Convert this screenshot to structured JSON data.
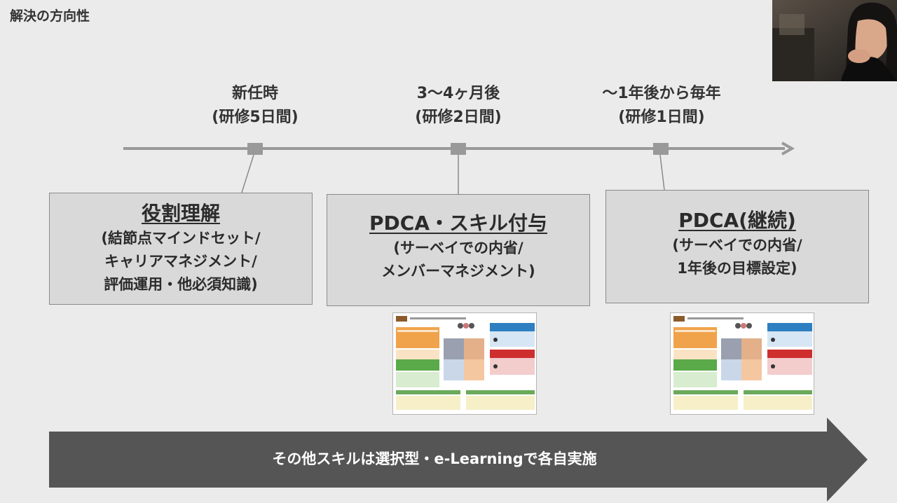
{
  "slide": {
    "title": "解決の方向性"
  },
  "timeline": {
    "phases": [
      {
        "timing": "新任時",
        "detail": "(研修5日間)"
      },
      {
        "timing": "3〜4ヶ月後",
        "detail": "(研修2日間)"
      },
      {
        "timing": "〜1年後から毎年",
        "detail": "(研修1日間)"
      }
    ]
  },
  "boxes": [
    {
      "title": "役割理解",
      "lines": [
        "(結節点マインドセット/",
        "キャリアマネジメント/",
        "評価運用・他必須知識)"
      ]
    },
    {
      "title": "PDCA・スキル付与",
      "lines": [
        "(サーベイでの内省/",
        "メンバーマネジメント)"
      ]
    },
    {
      "title": "PDCA(継続)",
      "lines": [
        "(サーベイでの内省/",
        "1年後の目標設定)"
      ]
    }
  ],
  "bottom_arrow": {
    "text": "その他スキルは選択型・e-Learningで各自実施"
  },
  "colors": {
    "background": "#ebebeb",
    "box_fill": "#d9d9d9",
    "box_border": "#8a8a8a",
    "timeline": "#999999",
    "arrow_fill": "#555555"
  }
}
